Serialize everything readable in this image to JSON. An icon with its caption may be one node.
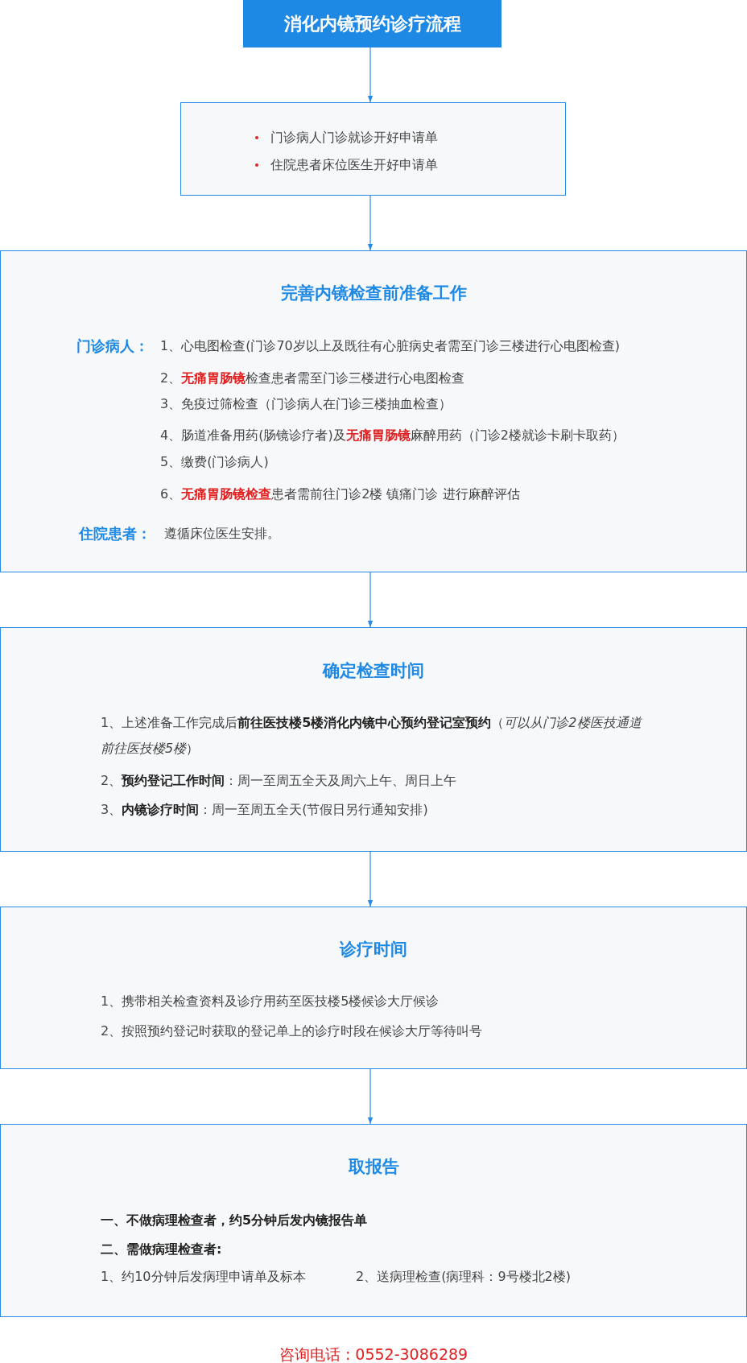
{
  "diagram": {
    "nodes": [
      {
        "text": [
          "消化内镜预约诊疗流程"
        ]
      },
      {
        "text": [
          "门诊病人门诊就诊开好申请单",
          "住院患者床位医生开好申请单"
        ]
      },
      {
        "text": [
          "完善内镜检查前准备工作",
          "门诊病人：",
          "1、心电图检查(门诊70岁以上及既往有心脏病史者需至门诊三楼进行心电图检查)",
          "2、**无痛胃肠镜**检查患者需至门诊三楼进行心电图检查",
          "3、免疫过筛检查（门诊病人在门诊三楼抽血检查）",
          "4、肠道准备用药(肠镜诊疗者)及**无痛胃肠镜**麻醉用药（门诊2楼就诊卡刷卡取药）",
          "5、缴费(门诊病人)",
          "6、**无痛胃肠镜检查**患者需前往门诊2楼 镇痛门诊 进行麻醉评估",
          "住院患者：",
          "遵循床位医生安排。"
        ]
      },
      {
        "text": [
          "确定检查时间",
          "1、上述准备工作完成后**前往医技楼5楼消化内镜中心预约登记室预约**（*可以从门诊2楼医技通道前往医技楼5楼*）",
          "2、**预约登记工作时间**：周一至周五全天及周六上午、周日上午",
          "3、**内镜诊疗时间**：周一至周五全天(节假日另行通知安排)"
        ]
      },
      {
        "text": [
          "诊疗时间",
          "1、携带相关检查资料及诊疗用药至医技楼5楼候诊大厅候诊",
          "2、按照预约登记时获取的登记单上的诊疗时段在候诊大厅等待叫号"
        ]
      },
      {
        "text": [
          "取报告",
          "一、不做病理检查者，约5分钟后发内镜报告单",
          "二、需做病理检查者:",
          "1、约10分钟后发病理申请单及标本",
          "2、送病理检查(病理科：9号楼北2楼)"
        ]
      }
    ],
    "edges": [
      {
        "from": 0,
        "to": 1,
        "arrow": "to"
      },
      {
        "from": 1,
        "to": 2,
        "arrow": "to"
      },
      {
        "from": 2,
        "to": 3,
        "arrow": "to"
      },
      {
        "from": 3,
        "to": 4,
        "arrow": "to"
      },
      {
        "from": 4,
        "to": 5,
        "arrow": "to"
      }
    ],
    "labels": [
      "咨询电话 : 0552-3086289"
    ]
  }
}
